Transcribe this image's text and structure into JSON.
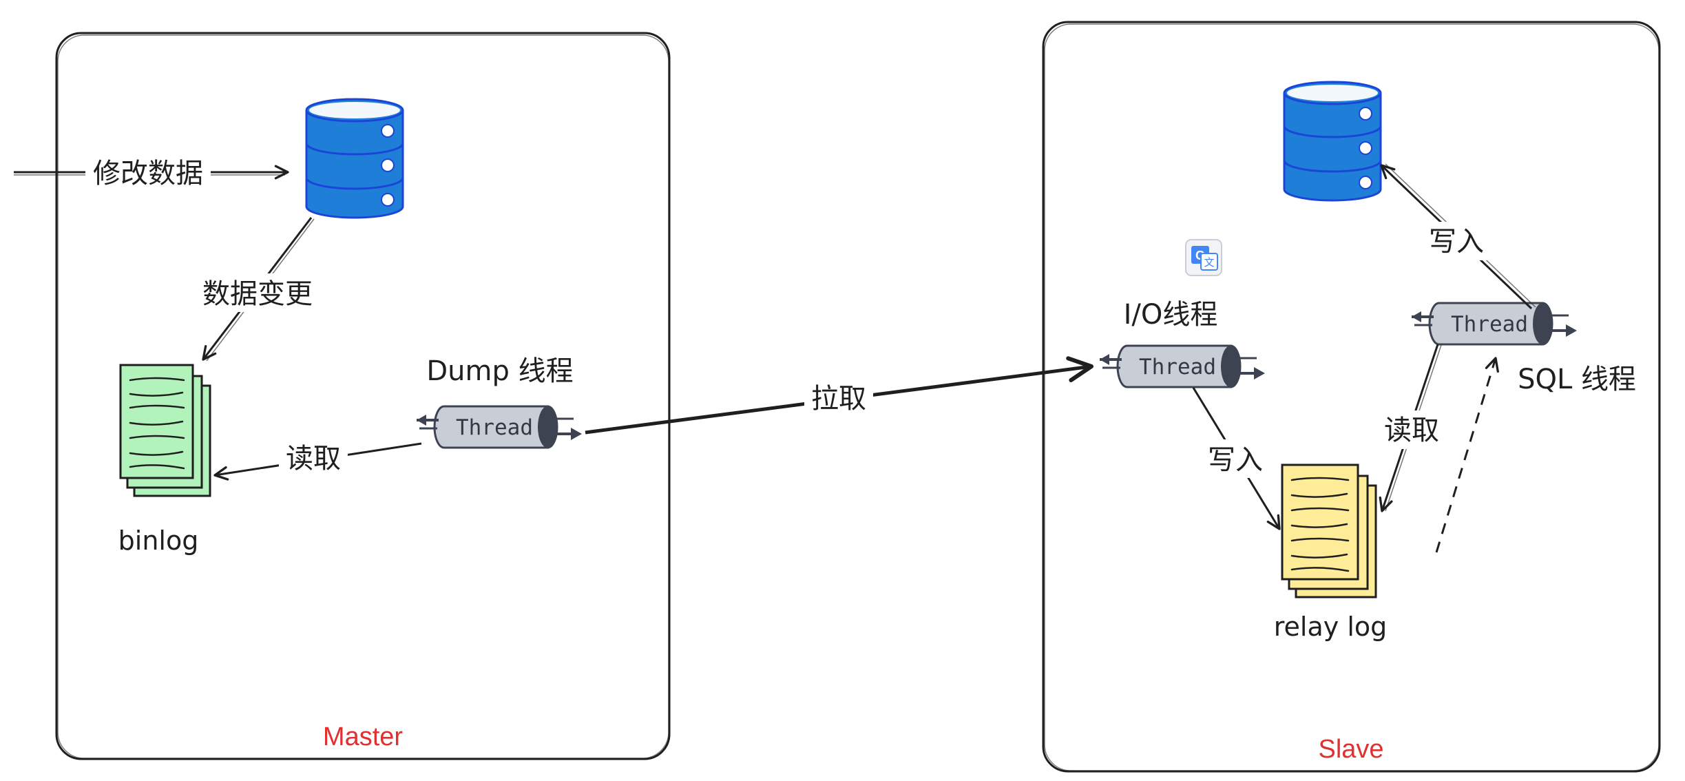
{
  "colors": {
    "cluster_label": "#e03131",
    "database_fill": "#1e7ed8",
    "database_stroke": "#1a45d6",
    "binlog_fill": "#b2f2bb",
    "relaylog_fill": "#ffec99",
    "thread_body": "#c9cdd6",
    "thread_cap": "#3d4350",
    "stroke": "#1f1f1f"
  },
  "master": {
    "label": "Master",
    "database_icon": "database-icon",
    "binlog_label": "binlog",
    "dump_thread_label": "Dump 线程",
    "thread_text": "Thread"
  },
  "slave": {
    "label": "Slave",
    "database_icon": "database-icon",
    "io_thread_label": "I/O线程",
    "sql_thread_label": "SQL 线程",
    "relay_log_label": "relay log",
    "thread_text": "Thread",
    "translate_icon": "google-translate-icon"
  },
  "edges": {
    "modify_data": "修改数据",
    "data_change": "数据变更",
    "read_master": "读取",
    "pull": "拉取",
    "io_write": "写入",
    "sql_read": "读取",
    "sql_write": "写入"
  }
}
